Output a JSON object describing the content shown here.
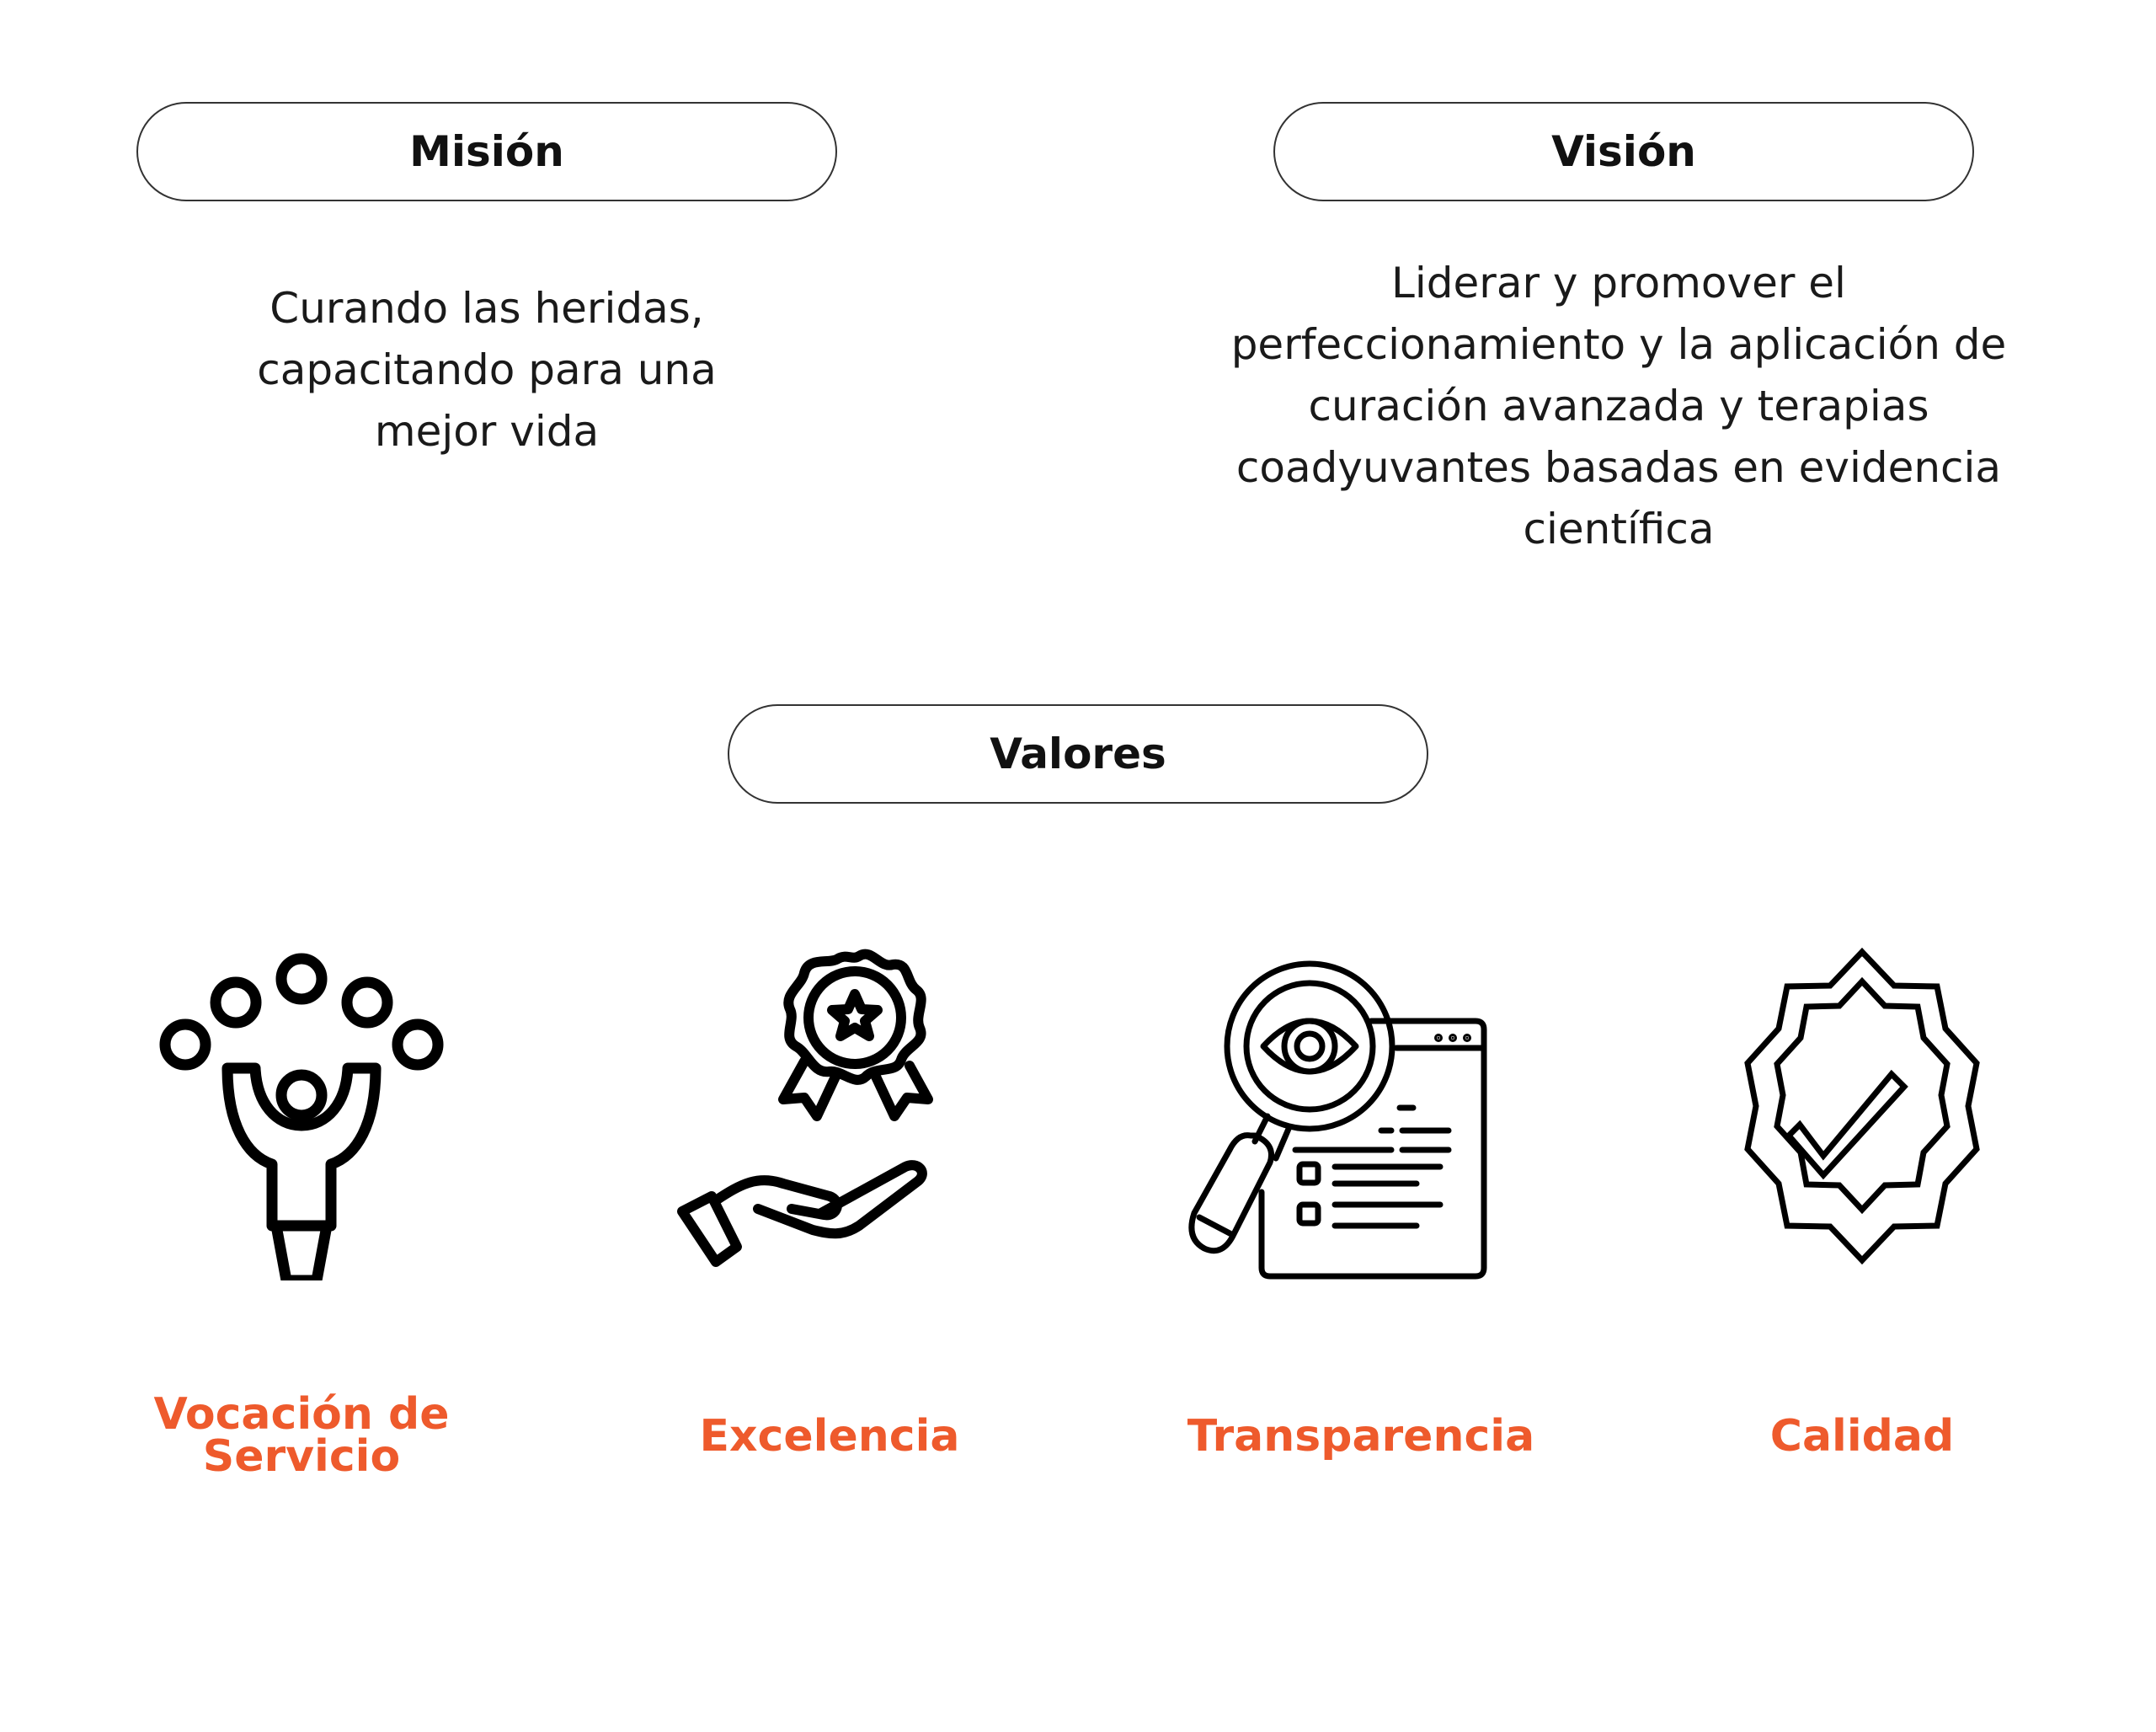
{
  "mision": {
    "title": "Misión",
    "text": "Curando las heridas, capacitando para una mejor vida"
  },
  "vision": {
    "title": "Visión",
    "text": "Liderar y promover el perfeccionamiento y la aplicación de curación avanzada y terapias coadyuvantes basadas en evidencia científica"
  },
  "valores": {
    "title": "Valores",
    "items": [
      {
        "label": "Vocación de Servicio",
        "icon": "juggler-person-icon"
      },
      {
        "label": "Excelencia",
        "icon": "hand-award-icon"
      },
      {
        "label": "Transparencia",
        "icon": "magnifier-eye-document-icon"
      },
      {
        "label": "Calidad",
        "icon": "check-badge-icon"
      }
    ]
  },
  "colors": {
    "accent": "#ee5a2c",
    "text": "#111111"
  }
}
